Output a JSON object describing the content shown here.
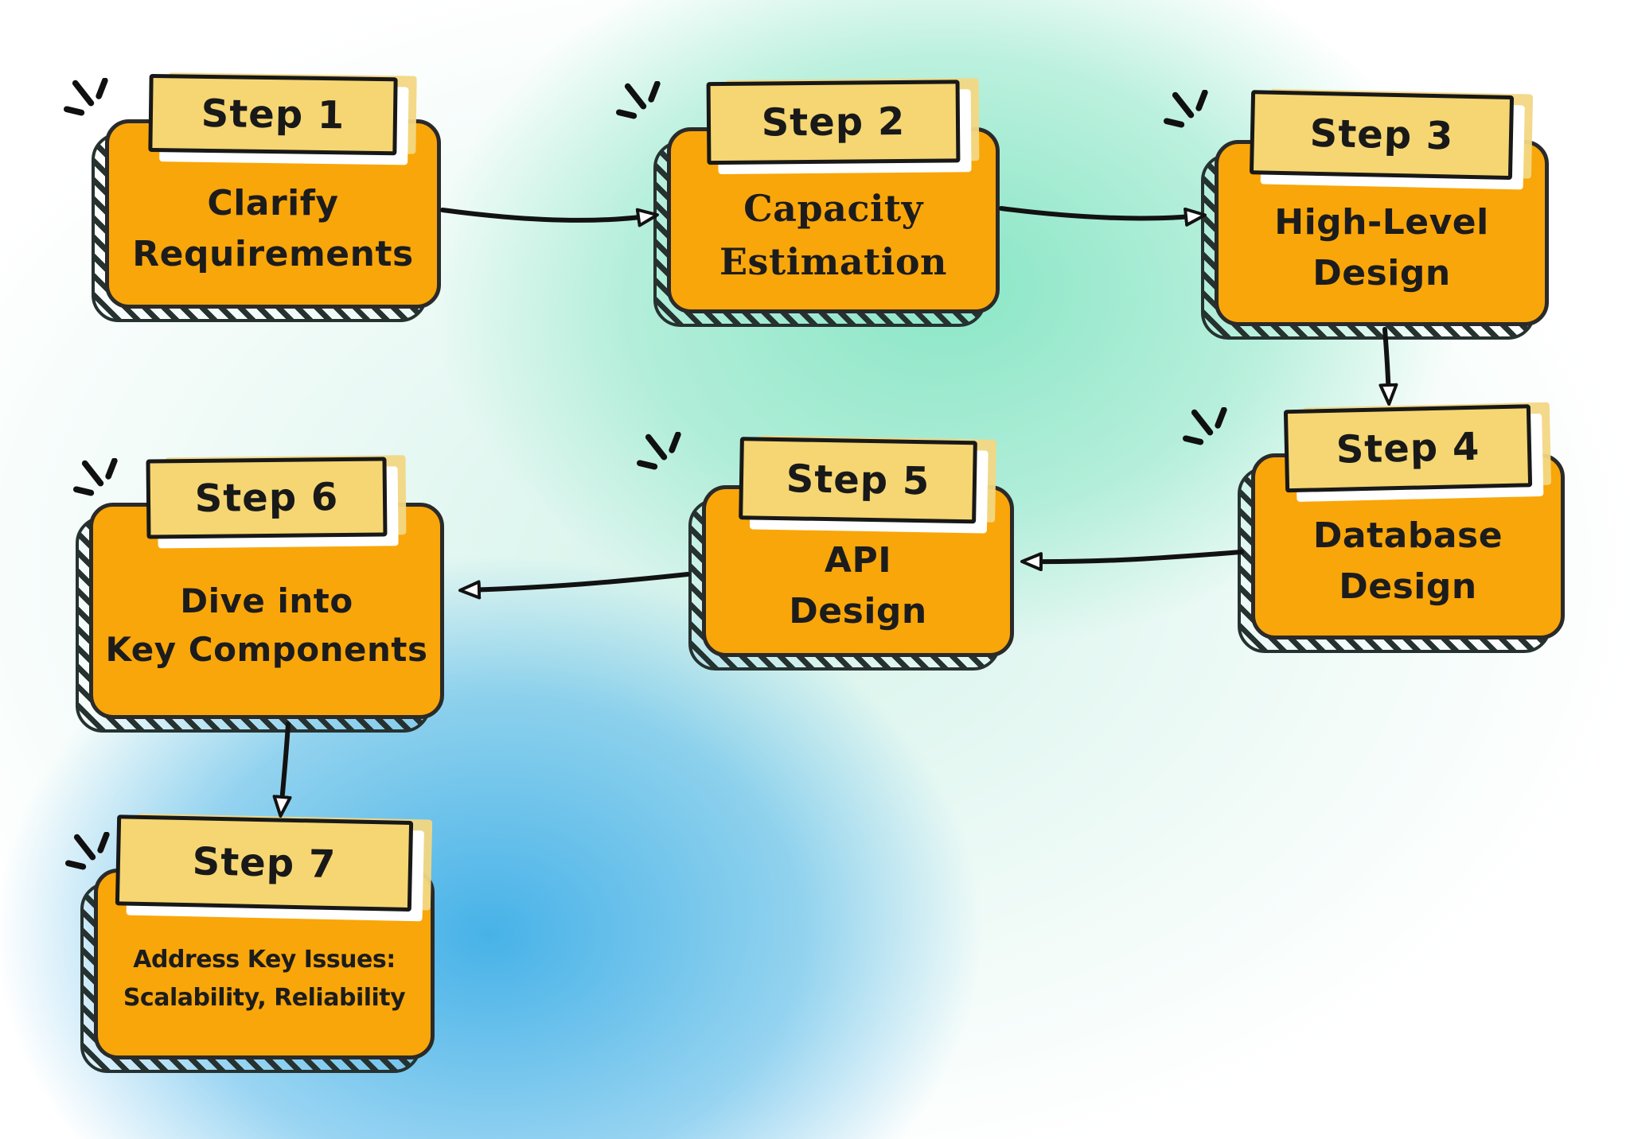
{
  "steps": [
    {
      "label": "Step 1",
      "description": "Clarify\nRequirements"
    },
    {
      "label": "Step 2",
      "description": "Capacity\nEstimation"
    },
    {
      "label": "Step 3",
      "description": "High-Level\nDesign"
    },
    {
      "label": "Step 4",
      "description": "Database\nDesign"
    },
    {
      "label": "Step 5",
      "description": "API\nDesign"
    },
    {
      "label": "Step 6",
      "description": "Dive into\nKey Components"
    },
    {
      "label": "Step 7",
      "description": "Address Key Issues:\nScalability, Reliability"
    }
  ],
  "connections": [
    {
      "from": "Step 1",
      "to": "Step 2"
    },
    {
      "from": "Step 2",
      "to": "Step 3"
    },
    {
      "from": "Step 3",
      "to": "Step 4"
    },
    {
      "from": "Step 4",
      "to": "Step 5"
    },
    {
      "from": "Step 5",
      "to": "Step 6"
    },
    {
      "from": "Step 6",
      "to": "Step 7"
    }
  ],
  "icons": {
    "sparkle": "hand-drawn three-stroke burst accent"
  },
  "colors": {
    "card_fill": "#F9A60A",
    "banner_fill": "#F5D672",
    "ink": "#1F1F1F",
    "arrowhead_fill": "#FFFFFF",
    "hatch_shadow": "#263230",
    "bg_mint": "#8AE6C6",
    "bg_blue": "#47B2E8",
    "bg_base": "#FFFFFF"
  }
}
